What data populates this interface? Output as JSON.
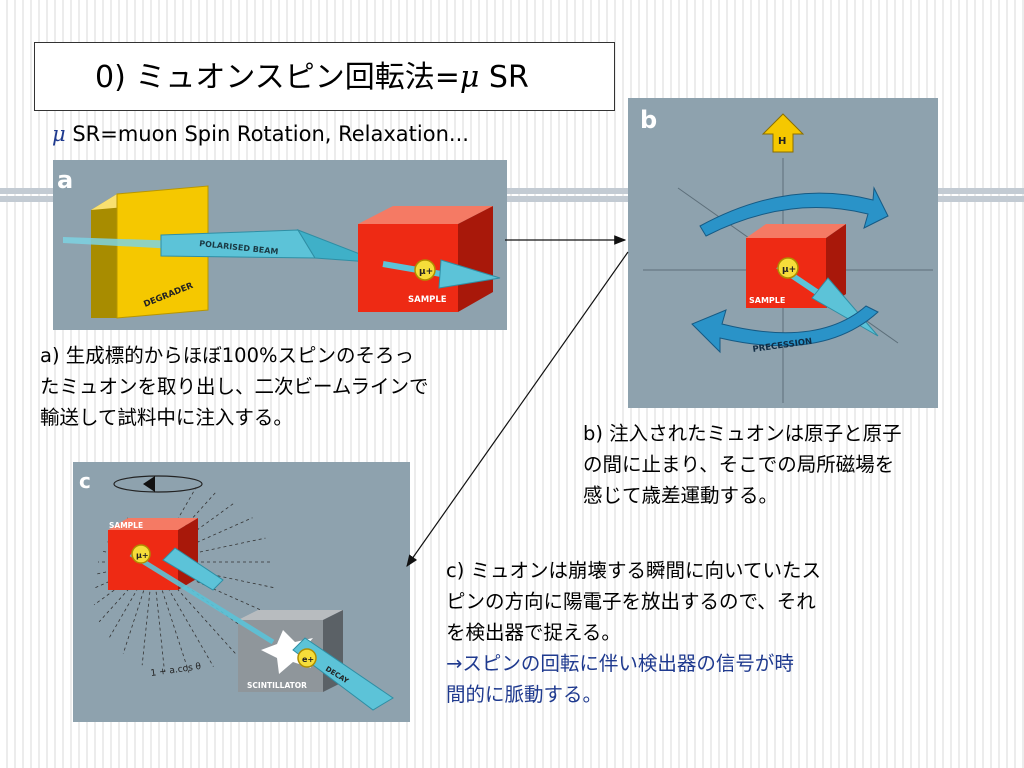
{
  "title": {
    "prefix": "0) ミュオンスピン回転法=",
    "mu": "μ",
    "suffix": " SR"
  },
  "subtitle": {
    "mu": "μ",
    "text": " SR=muon Spin Rotation, Relaxation..."
  },
  "panels": {
    "a": {
      "letter": "a",
      "labels": {
        "degrader": "DEGRADER",
        "beam": "POLARISED BEAM",
        "sample": "SAMPLE",
        "muon": "μ+"
      }
    },
    "b": {
      "letter": "b",
      "labels": {
        "field": "H",
        "sample": "SAMPLE",
        "precession": "PRECESSION",
        "muon": "μ+"
      }
    },
    "c": {
      "letter": "c",
      "labels": {
        "sample": "SAMPLE",
        "scintillator": "SCINTILLATOR",
        "decay": "DECAY",
        "formula": "1 + a.cos θ",
        "muon": "μ+",
        "positron": "e+"
      }
    }
  },
  "captions": {
    "a": [
      "a) 生成標的からほぼ100%スピンのそろっ",
      "たミュオンを取り出し、二次ビームラインで",
      "輸送して試料中に注入する。"
    ],
    "b": [
      "b) 注入されたミュオンは原子と原子",
      "の間に止まり、そこでの局所磁場を",
      "感じて歳差運動する。"
    ],
    "c": [
      "c) ミュオンは崩壊する瞬間に向いていたス",
      "ピンの方向に陽電子を放出するので、それ",
      "を検出器で捉える。"
    ],
    "c_highlight": [
      "→スピンの回転に伴い検出器の信号が時",
      "間的に脈動する。"
    ]
  },
  "colors": {
    "panel_bg": "#8ea2ae",
    "sample_red": "#ee2a14",
    "beam_cyan": "#5cc3d8",
    "degrader_yellow": "#f5c800",
    "highlight_text": "#1f3a8f"
  }
}
